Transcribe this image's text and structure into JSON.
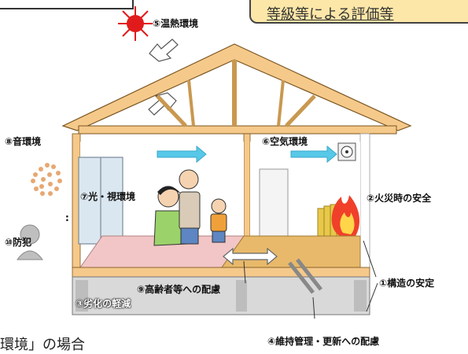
{
  "callout": {
    "text": "等級等による評価等"
  },
  "labels": {
    "l1": "①構造の安定",
    "l2": "②火災時の安全",
    "l3": "③劣化の軽減",
    "l4": "④維持管理・更新への配慮",
    "l5": "⑤温熱環境",
    "l6": "⑥空気環境",
    "l7": "⑦光・視環境",
    "l8": "⑧音環境",
    "l9": "⑨高齢者等への配慮",
    "l10": "⑩防犯"
  },
  "side_mark": ":",
  "caption": "環境」の場合",
  "colors": {
    "sun": "#e11b1b",
    "roof_wood": "#f5c98a",
    "wall": "#ffffff",
    "floor": "#f2c6c6",
    "floor_wood": "#e8b96a",
    "foundation": "#d9d9d9",
    "air_arrow": "#58c8e8",
    "fire": "#f0402a",
    "insulation": "#e8c84a"
  }
}
